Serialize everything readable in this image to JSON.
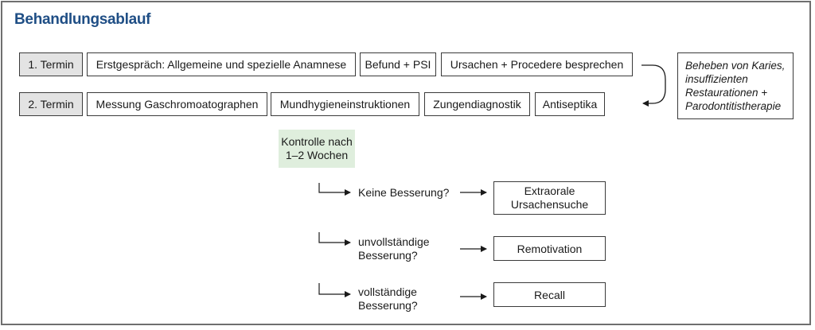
{
  "title": "Behandlungsablauf",
  "row1": {
    "termin": "1. Termin",
    "steps": [
      "Erstgespräch: Allgemeine und spezielle Anamnese",
      "Befund + PSI",
      "Ursachen + Procedere besprechen"
    ]
  },
  "row2": {
    "termin": "2. Termin",
    "steps": [
      "Messung Gaschromoatographen",
      "Mundhygieneinstruktionen",
      "Zungendiagnostik",
      "Antiseptika"
    ]
  },
  "side_note": "Beheben von Karies, insuffizienten Restaurationen + Parodontitistherapie",
  "control": {
    "line1": "Kontrolle nach",
    "line2": "1–2 Wochen"
  },
  "outcomes": [
    {
      "condition_line1": "Keine Besserung?",
      "condition_line2": "",
      "action_line1": "Extraorale",
      "action_line2": "Ursachensuche"
    },
    {
      "condition_line1": "unvollständige",
      "condition_line2": "Besserung?",
      "action_line1": "Remotivation",
      "action_line2": ""
    },
    {
      "condition_line1": "vollständige",
      "condition_line2": "Besserung?",
      "action_line1": "Recall",
      "action_line2": ""
    }
  ],
  "colors": {
    "title": "#1f4e85",
    "termin_fill": "#e3e3e3",
    "control_fill": "#dfeedd",
    "border": "#3a3a3a",
    "frame": "#6f6f6f"
  }
}
